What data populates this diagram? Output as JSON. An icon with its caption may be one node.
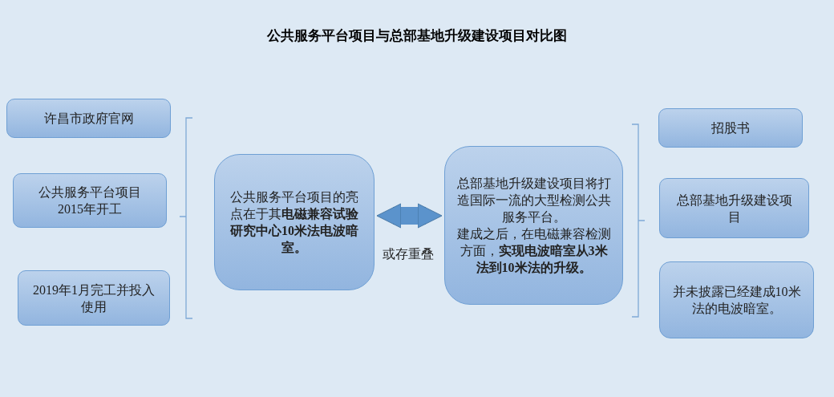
{
  "diagram": {
    "title": "公共服务平台项目与总部基地升级建设项目对比图",
    "nodes": [
      {
        "text": [
          "许昌市政府官网"
        ]
      },
      {
        "text": [
          "公共服务平台项目 2015年开工"
        ]
      },
      {
        "text": [
          "2019年1月完工并投入使用"
        ]
      },
      {
        "text": [
          "公共服务平台项目的亮点在于其**电磁兼容试验研究中心10米法电波暗室。**"
        ]
      },
      {
        "text": [
          "总部基地升级建设项目将打造国际一流的大型检测公共服务平台。",
          "建成之后，在电磁兼容检测方面，**实现电波暗室从3米法到10米法的升级。**"
        ]
      },
      {
        "text": [
          "招股书"
        ]
      },
      {
        "text": [
          "总部基地升级建设项目"
        ]
      },
      {
        "text": [
          "并未披露已经建成10米法的电波暗室。"
        ]
      }
    ],
    "edges": [
      {
        "from": 3,
        "to": 4,
        "arrow": "both",
        "label": "或存重叠"
      }
    ]
  }
}
